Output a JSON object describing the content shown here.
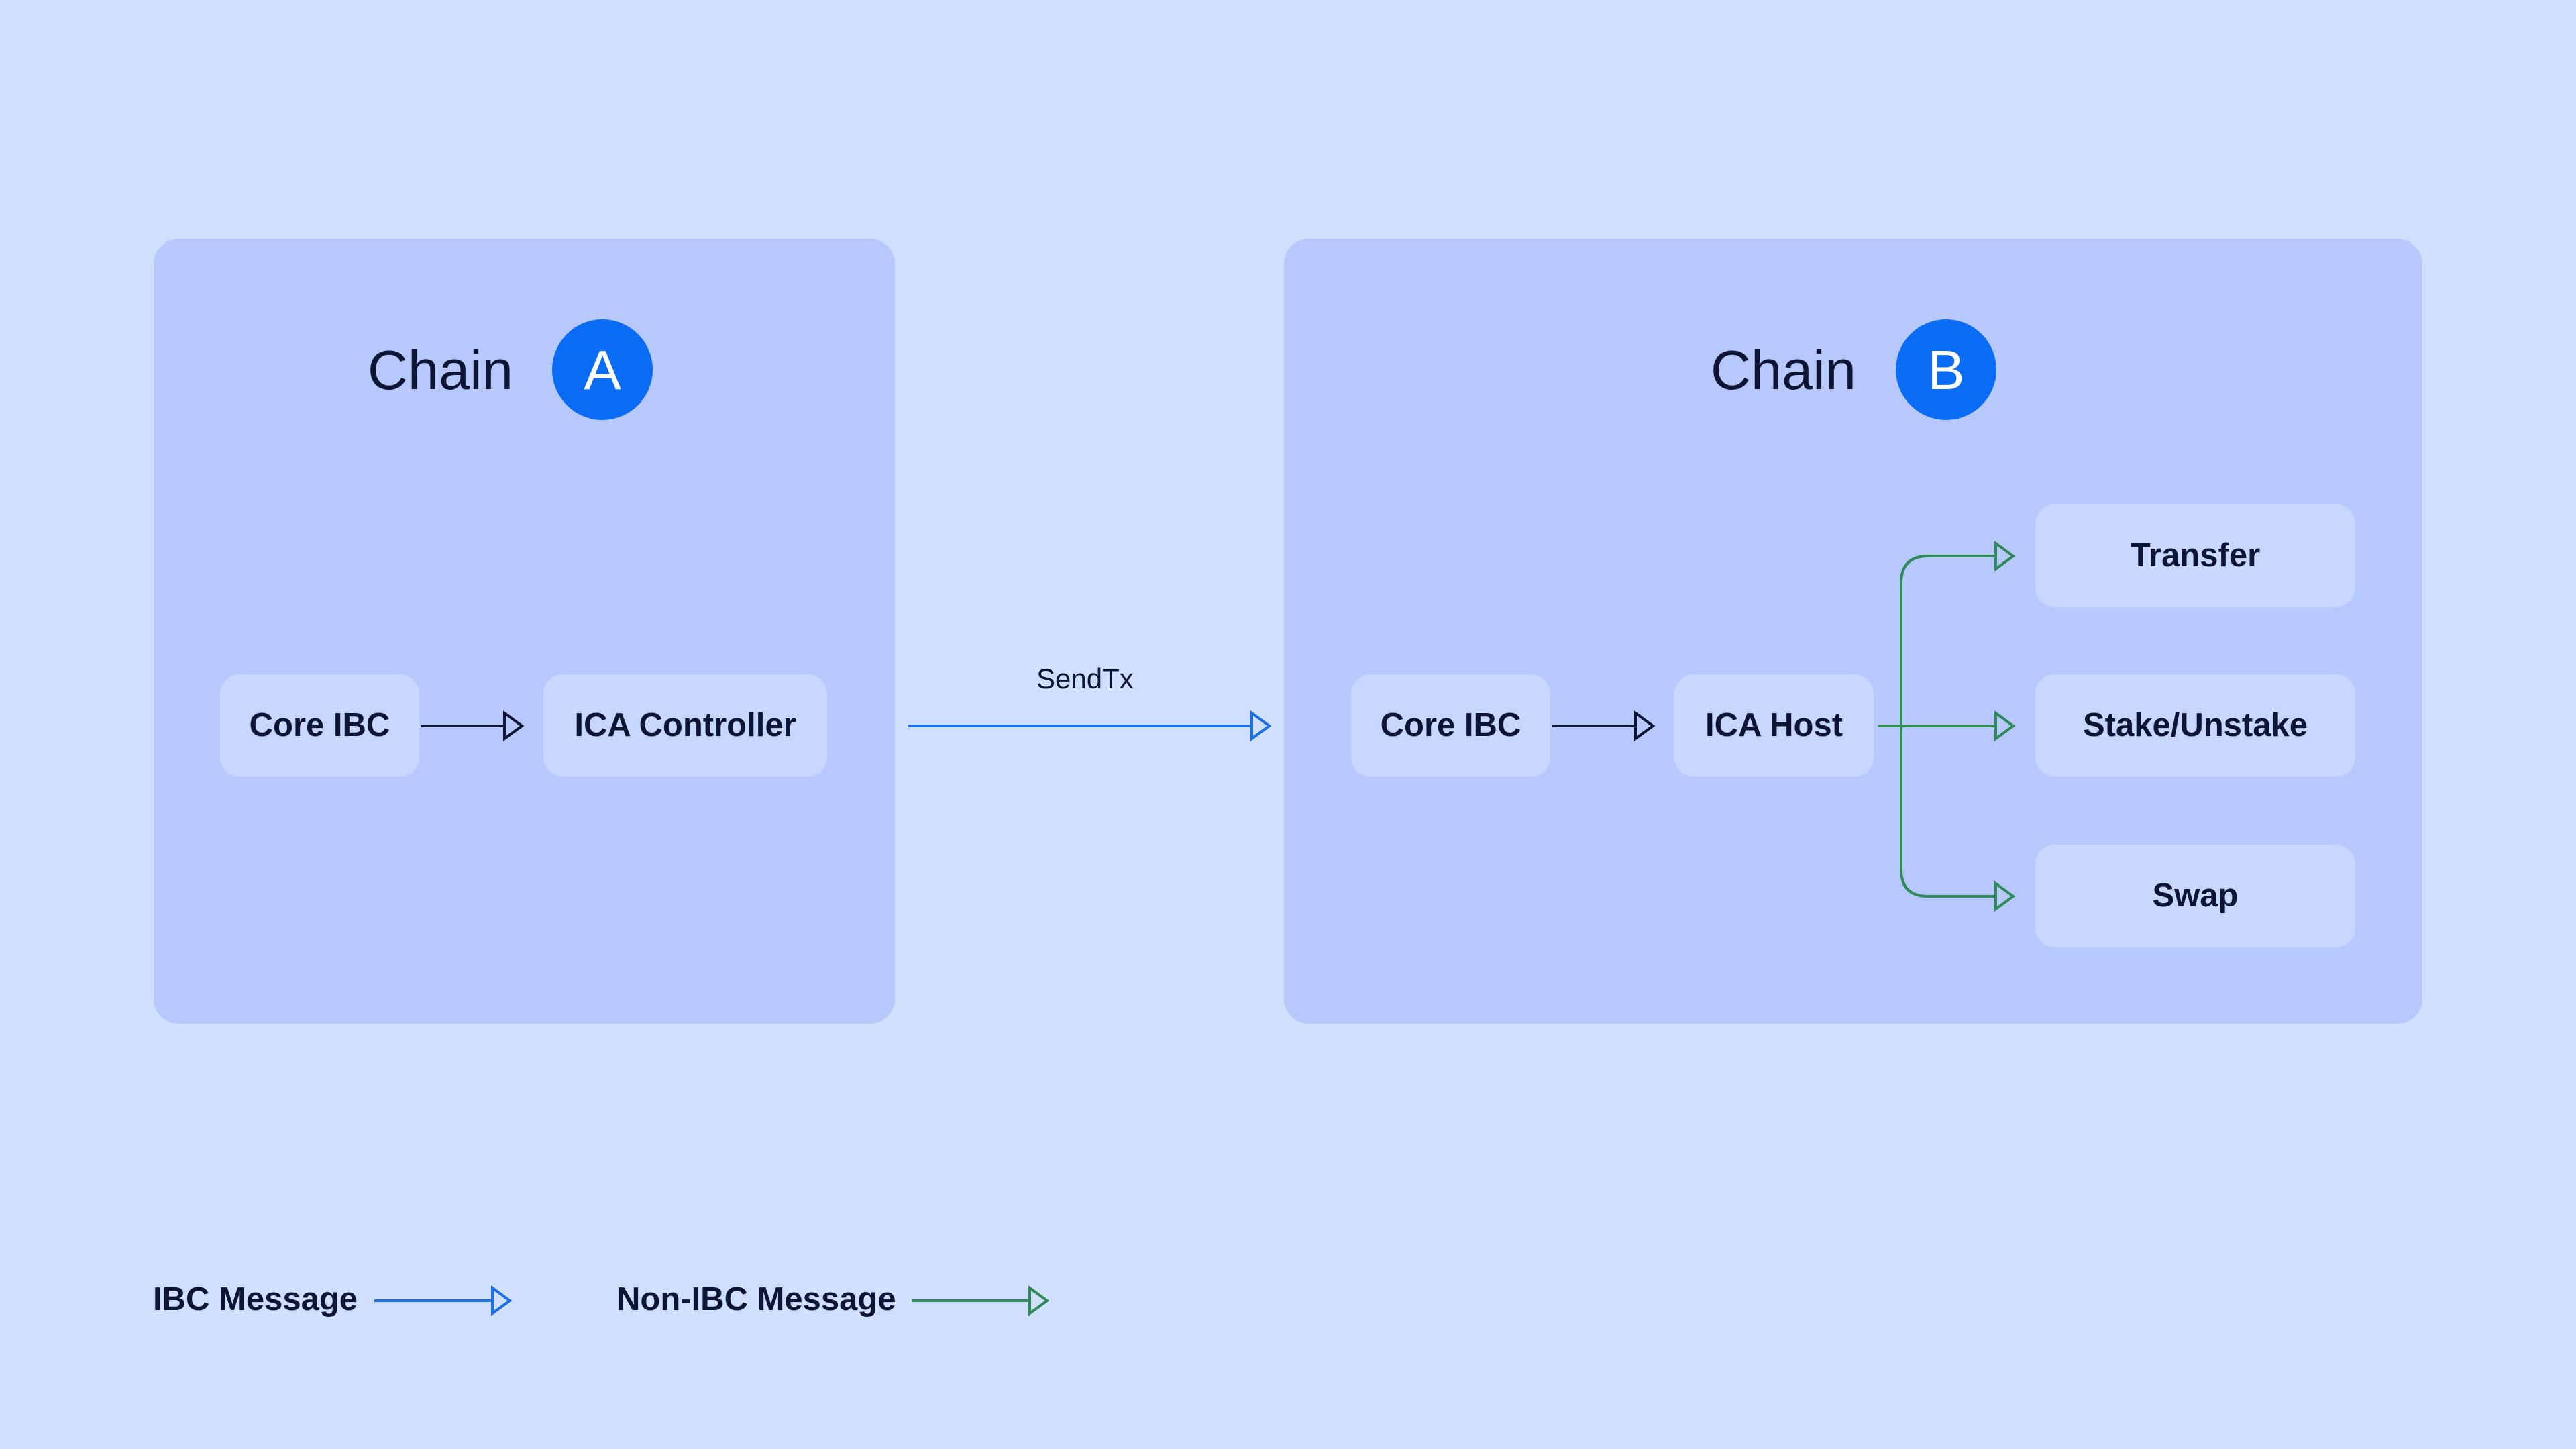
{
  "colors": {
    "background": "#d1dfff",
    "panel": "#b6c8fc",
    "node": "#c7d7ff",
    "badge": "#0a6cf5",
    "ibc_arrow": "#1a6ee6",
    "non_ibc_arrow": "#2e8a56",
    "internal_arrow": "#0c1534"
  },
  "chain_a": {
    "title": "Chain",
    "badge": "A",
    "nodes": {
      "core_ibc": "Core IBC",
      "ica_controller": "ICA Controller"
    }
  },
  "chain_b": {
    "title": "Chain",
    "badge": "B",
    "nodes": {
      "core_ibc": "Core IBC",
      "ica_host": "ICA Host",
      "transfer": "Transfer",
      "stake_unstake": "Stake/Unstake",
      "swap": "Swap"
    }
  },
  "edges": {
    "sendtx_label": "SendTx"
  },
  "legend": {
    "ibc": "IBC Message",
    "non_ibc": "Non-IBC Message"
  }
}
